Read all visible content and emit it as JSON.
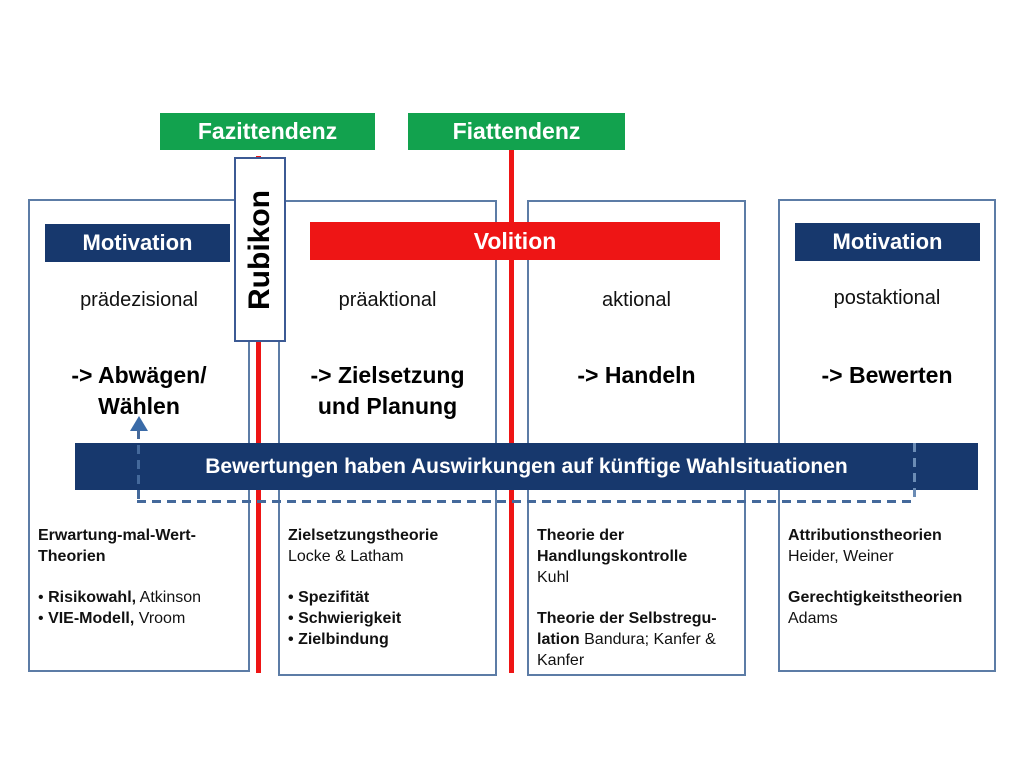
{
  "diagram": {
    "bullet_char": "•",
    "tendencies": [
      {
        "label": "Fazittendenz"
      },
      {
        "label": "Fiattendenz"
      }
    ],
    "rubikon_label": "Rubikon",
    "volition_header": "Volition",
    "banner_text": "Bewertungen haben Auswirkungen auf künftige Wahlsituationen",
    "columns": [
      {
        "header": "Motivation",
        "phase": "prädezisional",
        "action_line1": "-> Abwägen/",
        "action_line2": "Wählen"
      },
      {
        "phase": "präaktional",
        "action_line1": "-> Zielsetzung",
        "action_line2": "und Planung"
      },
      {
        "phase": "aktional",
        "action_line1": "-> Handeln",
        "action_line2": ""
      },
      {
        "header": "Motivation",
        "phase": "postaktional",
        "action_line1": "-> Bewerten",
        "action_line2": ""
      }
    ],
    "theories": {
      "col1": {
        "title_line1": "Erwartung-mal-Wert-",
        "title_line2": "Theorien",
        "item1_bold": "Risikowahl,",
        "item1_normal": "Atkinson",
        "item2_bold": "VIE-Modell,",
        "item2_normal": "Vroom"
      },
      "col2": {
        "title": "Zielsetzungstheorie",
        "authors": "Locke & Latham",
        "item1": "Spezifität",
        "item2": "Schwierigkeit",
        "item3": "Zielbindung"
      },
      "col3": {
        "theory1_line1": "Theorie der",
        "theory1_line2": "Handlungskontrolle",
        "theory1_authors": "Kuhl",
        "theory2_line1": "Theorie der Selbstregu-",
        "theory2_line2_bold": "lation",
        "theory2_line2_normal": "Bandura; Kanfer &",
        "theory2_line3": "Kanfer"
      },
      "col4": {
        "theory1": "Attributionstheorien",
        "theory1_authors": "Heider, Weiner",
        "theory2": "Gerechtigkeitstheorien",
        "theory2_authors": "Adams"
      }
    },
    "colors": {
      "green": "#12a24e",
      "red": "#ee1515",
      "navy": "#17386d",
      "box_border": "#5c7ca6",
      "dash_blue": "#44699b"
    }
  }
}
